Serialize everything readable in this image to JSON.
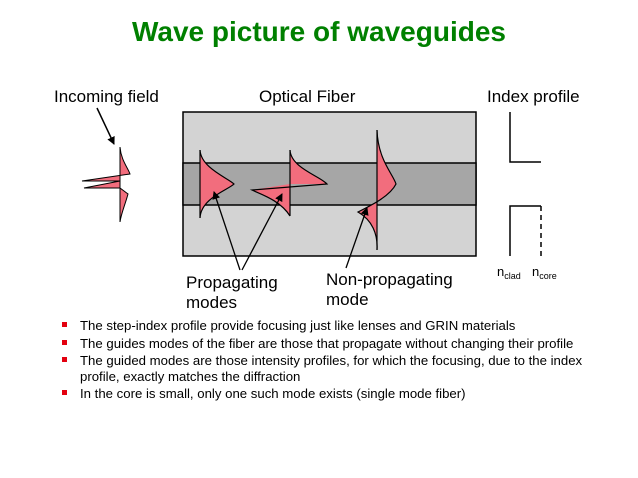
{
  "title": "Wave picture of waveguides",
  "labels": {
    "incoming_field": "Incoming field",
    "optical_fiber": "Optical Fiber",
    "index_profile": "Index profile",
    "propagating_modes_line1": "Propagating",
    "propagating_modes_line2": "modes",
    "non_propagating_line1": "Non-propagating",
    "non_propagating_line2": "mode",
    "n_clad_base": "n",
    "n_clad_sub": "clad",
    "n_core_base": "n",
    "n_core_sub": "core"
  },
  "bullets": [
    "The step-index profile provide focusing just like lenses and GRIN materials",
    "The guides modes of the fiber are those that propagate without changing their profile",
    "The guided modes are those intensity profiles, for which the focusing, due to the index profile, exactly matches the diffraction",
    "In the core is small, only one such mode exists (single mode fiber)"
  ],
  "colors": {
    "title": "#008000",
    "cladding": "#d3d3d3",
    "core": "#a6a6a6",
    "mode_fill": "#f26d7d",
    "bullet": "#e3000f"
  }
}
